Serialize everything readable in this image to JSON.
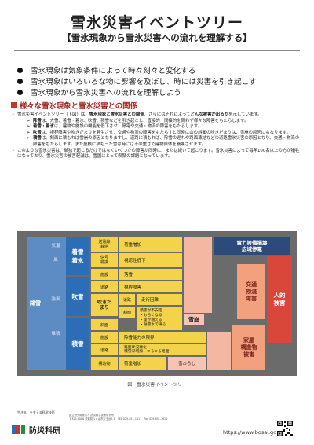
{
  "title": "雪氷災害イベントツリー",
  "subtitle": "【雪氷現象から雪氷災害への流れを理解する】",
  "bullets": [
    "雪氷現象は気象条件によって時々刻々と変化する",
    "雪氷現象はいろいろな物に影響を及ぼし、時には災害を引き起こす",
    "雪氷現象から雪氷災害への流れを理解しよう"
  ],
  "section_heading": "様々な雪氷現象と雪氷災害との関係",
  "body": {
    "p1_a": "雪氷災害イベントツリー（下図）は、",
    "p1_b": "雪氷現象と雪氷災害との関係",
    "p1_c": "、さらにはそれによって",
    "p1_d": "どんな被害が出るか",
    "p1_e": "を示しています。",
    "items": [
      {
        "term": "降雪",
        "text": "は、大雪、着雪・着氷、吹雪、積雪などを引き起こし、直接的・間接的を問わず様々な障害をもたらします。"
      },
      {
        "term": "着雪・着氷",
        "text": "は、建物や施設の機能を低下させ、停電や交通・物流の障害をもたらします。"
      },
      {
        "term": "吹雪",
        "text": "は、視程障害や吹きだまりを発生させ、交通や物流の障害をもたらすと同時に山の斜面の吹きだまりは、雪崩の原因にもなります。"
      },
      {
        "term": "積雪",
        "text": "は、斜面に積もれば雪崩の原因となりますし、道路に積もれば、除雪の遅れや路面凍結などの道路雪氷災害の原因となり、交通・物流の障害をもたらします。また屋根に積もった雪は時にはその重さで建物自体を崩壊させます。"
      }
    ],
    "p2": "このような雪氷災害は、単独で起こるだけではなくいくつかの障害が同時に、または続いて起こります。雪氷災害によって毎年100名以上の方が犠牲になっており、雪氷災害の被害軽減は、雪国にとって喫緊の課題となっています。"
  },
  "diagram": {
    "left": {
      "kousetsu": "降雪",
      "kika": "気温",
      "kaze": "風",
      "kyofu": "強風",
      "taiseki": "堆積"
    },
    "phen": {
      "chakusetsu": "着雪\n着氷",
      "fubuki": "吹雪",
      "sekisetsu": "積雪"
    },
    "objects": {
      "densen": "送電線\n鉄塔",
      "shingo": "信号\n標識",
      "shisetsu1": "施設",
      "douro1": "道路",
      "fukidamari": "吹きだ\nまり",
      "douro2": "道路",
      "shamen1": "斜面",
      "shamen2": "斜面",
      "shisetsu2": "施設",
      "douro3": "道路",
      "kouzoubutsu": "構造物"
    },
    "effects": {
      "kajuu1": "荷重増加",
      "shikaku": "視認性低下",
      "rakusetsu": "落雪",
      "shitei": "視程障害",
      "soukou": "走行困難",
      "sekisetsu_antei": "積雪が不安定\n・もろくなる\n・量が増える\n・融雪水で滑る",
      "josetsu": "除雪能力の限界",
      "romen": "路面状況悪化\n積雪深増加・つるつる路面",
      "kajuu2": "荷重増加"
    },
    "nadare": "雪崩",
    "yukioroshi": "雪おろし",
    "outcomes": {
      "teiden": "電力設備損壊\n広域停電",
      "koutsu": "交通\n物流\n障害",
      "jinteki": "人的\n被害",
      "kaoku": "家屋\n構造物\n被害"
    }
  },
  "caption": "図　雪氷災害イベントツリー",
  "footer": {
    "tagline": "生きる、を支える科学技術",
    "org": "防災科研",
    "address1": "国立研究開発法人 防災科学技術研究所",
    "address2": "〒305-0006 茨城県つくば市天王台3-1　TEL 029-851-1611　Fax 029-851-1622",
    "url": "https://www.bosai.go.jp"
  },
  "colors": {
    "accent": "#c0392b",
    "phen_blue": "#2c6db5",
    "yellow": "#f2d34a",
    "pink": "#f7c3b3",
    "red": "#d9463a"
  }
}
